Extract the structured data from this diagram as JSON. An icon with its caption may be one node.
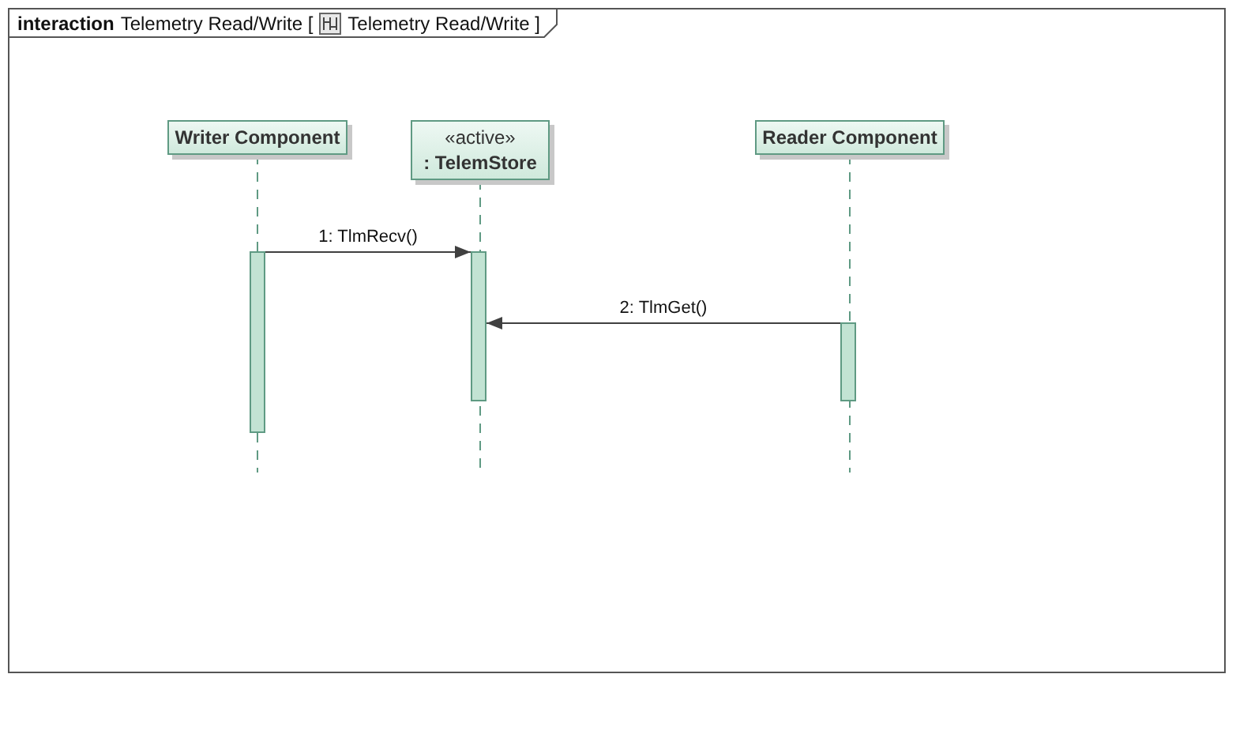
{
  "diagram": {
    "nodes": [
      {
        "text": [
          "interaction",
          "Telemetry Read/Write [",
          "Telemetry Read/Write ]"
        ]
      },
      {
        "text": [
          "Writer Component"
        ],
        "in": 0
      },
      {
        "text": [
          "«active»",
          ": TelemStore"
        ],
        "in": 0
      },
      {
        "text": [
          "Reader Component"
        ],
        "in": 0
      },
      {
        "text": [],
        "shape": "bar",
        "in": 0
      },
      {
        "text": [],
        "shape": "bar",
        "in": 0
      },
      {
        "text": [],
        "shape": "bar",
        "in": 0
      }
    ],
    "edges": [
      {
        "from": 4,
        "to": 5,
        "arrow": "to",
        "label": "1: TlmRecv()"
      },
      {
        "from": 6,
        "to": 5,
        "arrow": "to",
        "label": "2: TlmGet()"
      }
    ]
  }
}
